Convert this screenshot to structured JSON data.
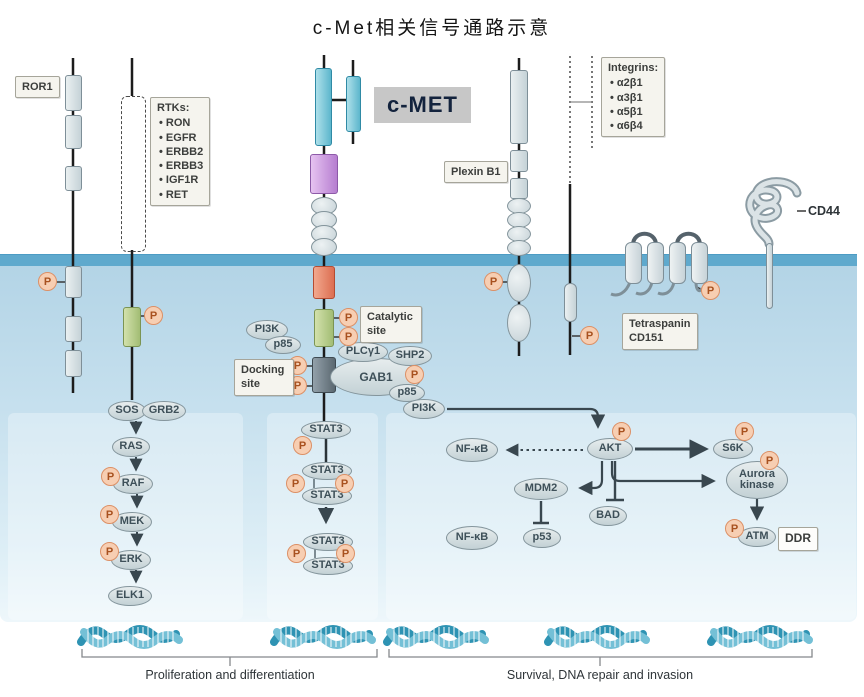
{
  "title": "c-Met相关信号通路示意",
  "p": "P",
  "cmet_label": "c-MET",
  "boxes": {
    "ror1": "ROR1",
    "plexin": "Plexin B1",
    "rtks": {
      "title": "RTKs:",
      "items": [
        "RON",
        "EGFR",
        "ERBB2",
        "ERBB3",
        "IGF1R",
        "RET"
      ]
    },
    "integrins": {
      "title": "Integrins:",
      "items": [
        "α2β1",
        "α3β1",
        "α5β1",
        "α6β4"
      ]
    },
    "tetraspanin": {
      "line1": "Tetraspanin",
      "line2": "CD151"
    },
    "cd44": "CD44",
    "catalytic": "Catalytic site",
    "docking": "Docking site",
    "ddr": "DDR"
  },
  "nodes": {
    "sos": "SOS",
    "grb2": "GRB2",
    "ras": "RAS",
    "raf": "RAF",
    "mek": "MEK",
    "erk": "ERK",
    "elk1": "ELK1",
    "stat3": "STAT3",
    "pi3k": "PI3K",
    "p85": "p85",
    "plcg1": "PLCγ1",
    "shp2": "SHP2",
    "gab1": "GAB1",
    "nfkb": "NF-κB",
    "akt": "AKT",
    "s6k": "S6K",
    "mdm2": "MDM2",
    "bad": "BAD",
    "p53": "p53",
    "aurora": "Aurora kinase",
    "atm": "ATM"
  },
  "outcomes": {
    "left": "Proliferation and differentiation",
    "right": "Survival, DNA repair and invasion"
  }
}
